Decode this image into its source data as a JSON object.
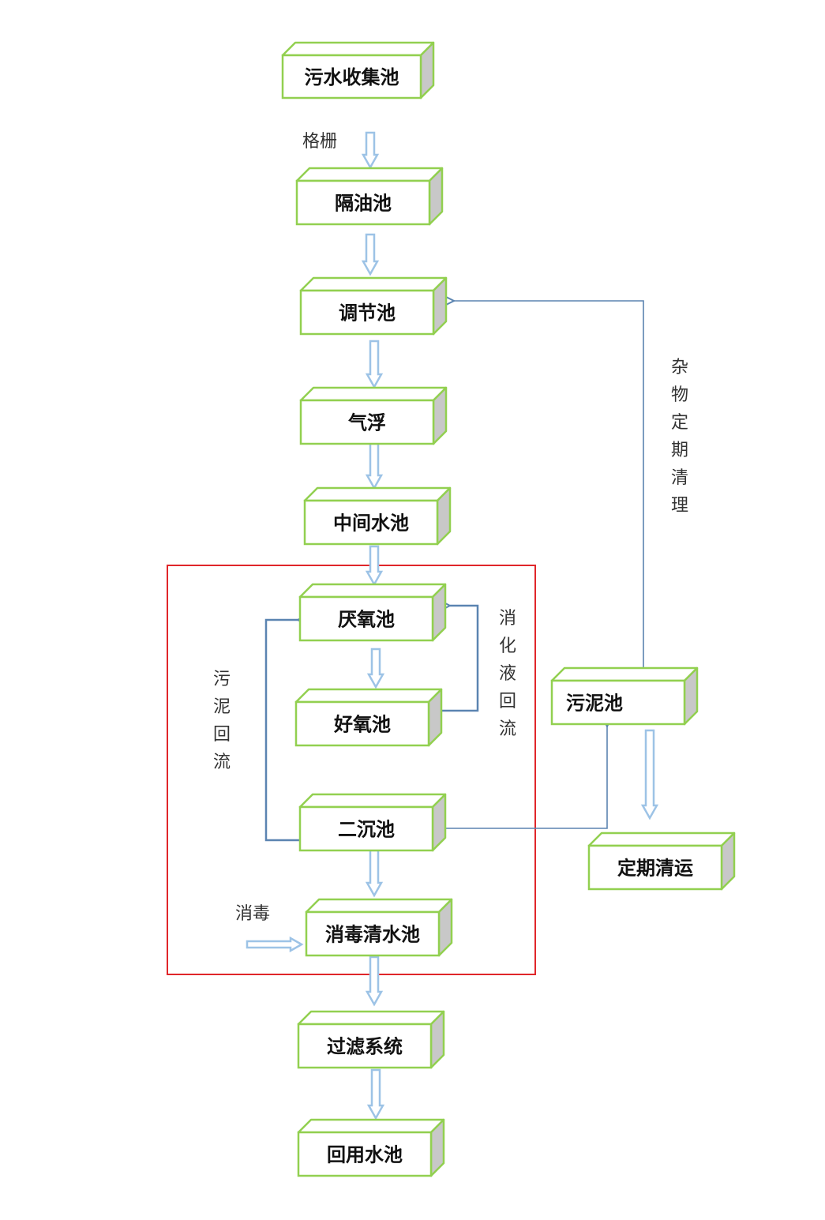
{
  "title": "污水处理工艺流程图",
  "colors": {
    "box_border": "#92D050",
    "box_side": "#C8C8C8",
    "flow_arrow": "#9DC3E6",
    "return_line": "#5B84B1",
    "highlight_frame": "#E0262A"
  },
  "nodes": [
    {
      "id": "collection",
      "label": "污水收集池"
    },
    {
      "id": "oil_sep",
      "label": "隔油池"
    },
    {
      "id": "equalization",
      "label": "调节池"
    },
    {
      "id": "flotation",
      "label": "气浮"
    },
    {
      "id": "intermediate",
      "label": "中间水池"
    },
    {
      "id": "anaerobic",
      "label": "厌氧池"
    },
    {
      "id": "aerobic",
      "label": "好氧池"
    },
    {
      "id": "secondary",
      "label": "二沉池"
    },
    {
      "id": "disinfection",
      "label": "消毒清水池"
    },
    {
      "id": "filtration",
      "label": "过滤系统"
    },
    {
      "id": "reuse",
      "label": "回用水池"
    },
    {
      "id": "sludge",
      "label": "污泥池"
    },
    {
      "id": "disposal",
      "label": "定期清运"
    }
  ],
  "annotations": {
    "grille": "格栅",
    "debris_cleaning": [
      "杂",
      "物",
      "定",
      "期",
      "清",
      "理"
    ],
    "sludge_return": [
      "污",
      "泥",
      "回",
      "流"
    ],
    "nitrified_return": [
      "消",
      "化",
      "液",
      "回",
      "流"
    ],
    "disinfect": "消毒"
  },
  "edges": [
    {
      "from": "collection",
      "to": "oil_sep",
      "type": "flow",
      "label": "格栅"
    },
    {
      "from": "oil_sep",
      "to": "equalization",
      "type": "flow"
    },
    {
      "from": "equalization",
      "to": "flotation",
      "type": "flow"
    },
    {
      "from": "flotation",
      "to": "intermediate",
      "type": "flow"
    },
    {
      "from": "intermediate",
      "to": "anaerobic",
      "type": "flow"
    },
    {
      "from": "anaerobic",
      "to": "aerobic",
      "type": "flow"
    },
    {
      "from": "aerobic",
      "to": "anaerobic",
      "type": "return",
      "label": "消化液回流"
    },
    {
      "from": "secondary",
      "to": "anaerobic",
      "type": "return",
      "label": "污泥回流"
    },
    {
      "from": "secondary",
      "to": "disinfection",
      "type": "flow"
    },
    {
      "from": "secondary",
      "to": "sludge",
      "type": "return"
    },
    {
      "from": "sludge",
      "to": "equalization",
      "type": "return",
      "label": "杂物定期清理"
    },
    {
      "from": "sludge",
      "to": "disposal",
      "type": "flow"
    },
    {
      "from": "disinfection",
      "to": "filtration",
      "type": "flow"
    },
    {
      "from": "filtration",
      "to": "reuse",
      "type": "flow"
    }
  ]
}
